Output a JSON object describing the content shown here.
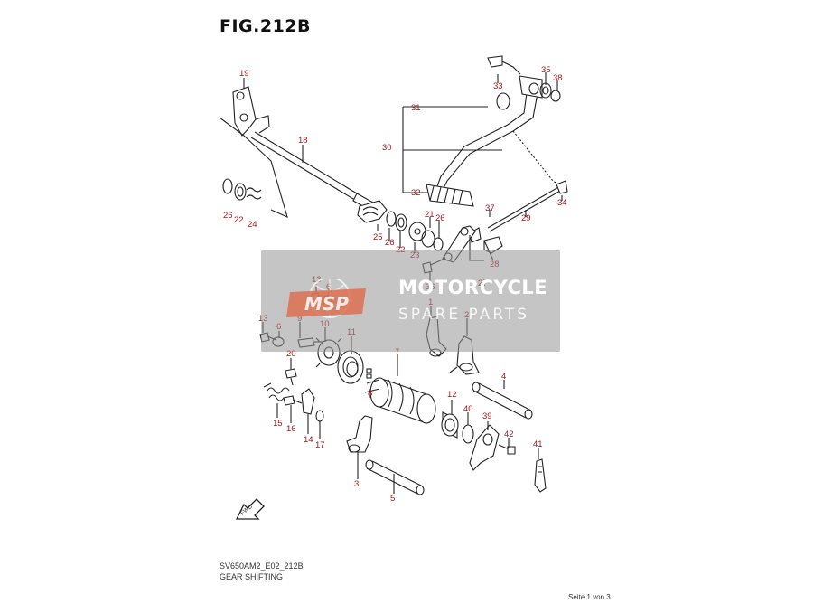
{
  "figure_title": "FIG.212B",
  "drawing_code": "SV650AM2_E02_212B",
  "caption": "GEAR SHIFTING",
  "page_info": "Seite 1 von 3",
  "watermark": {
    "badge": "MSP",
    "line1": "MOTORCYCLE",
    "line2": "SPARE PARTS"
  },
  "direction_label": "FWD",
  "callouts": {
    "c19": "19",
    "c18": "18",
    "c26a": "26",
    "c22a": "22",
    "c24": "24",
    "c31": "31",
    "c30": "30",
    "c32": "32",
    "c33": "33",
    "c35": "35",
    "c38": "38",
    "c34": "34",
    "c29": "29",
    "c37": "37",
    "c25": "25",
    "c26b": "26",
    "c22b": "22",
    "c21": "21",
    "c26c": "26",
    "c23": "23",
    "c28": "28",
    "c27": "27",
    "c36": "36",
    "c13a": "13",
    "c6a": "6",
    "c13b": "13",
    "c6b": "6",
    "c9": "9",
    "c10": "10",
    "c11": "11",
    "c20": "20",
    "c7": "7",
    "c8": "8",
    "c1": "1",
    "c2": "2",
    "c4": "4",
    "c15": "15",
    "c16": "16",
    "c14": "14",
    "c17": "17",
    "c12": "12",
    "c40": "40",
    "c39": "39",
    "c42": "42",
    "c41": "41",
    "c3": "3",
    "c5": "5"
  },
  "colors": {
    "callout": "#a01818",
    "line": "#222222",
    "watermark": "#969696"
  }
}
